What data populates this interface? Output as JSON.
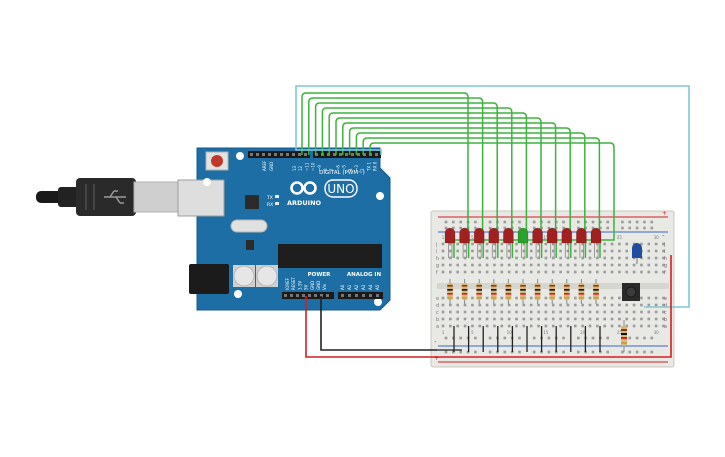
{
  "board": {
    "logo_text": "UNO",
    "brand_text": "ARDUINO",
    "digital_header": "DIGITAL (PWM~)",
    "power_header": "POWER",
    "analog_header": "ANALOG IN",
    "tx_label": "TX",
    "rx_label": "RX",
    "aref_label": "AREF",
    "gnd_label": "GND",
    "digital_pins": [
      "13",
      "12",
      "~11",
      "~10",
      "~9",
      "8",
      "7",
      "~6",
      "~5",
      "4",
      "~3",
      "2",
      "TX 1",
      "RX 0"
    ],
    "power_pins": [
      "IOREF",
      "RESET",
      "3.3V",
      "5V",
      "GND",
      "GND",
      "Vin"
    ],
    "analog_pins": [
      "A0",
      "A1",
      "A2",
      "A3",
      "A4",
      "A5"
    ]
  },
  "breadboard": {
    "row_letters_top": [
      "j",
      "i",
      "h",
      "g",
      "f"
    ],
    "row_letters_bottom": [
      "e",
      "d",
      "c",
      "b",
      "a"
    ],
    "column_numbers": [
      "1",
      "5",
      "10",
      "15",
      "20",
      "25",
      "30"
    ],
    "plus_label": "+",
    "minus_label": "-"
  },
  "leds": {
    "count": 11,
    "colors": [
      "red",
      "red",
      "red",
      "red",
      "red",
      "green",
      "red",
      "red",
      "red",
      "red",
      "red"
    ]
  },
  "palette": {
    "board_blue": "#1c6ea4",
    "wire_green": "#3db33d",
    "wire_cyan": "#7fc8d2",
    "wire_red": "#d21f1f",
    "wire_black": "#222222",
    "led_red": "#a32020",
    "led_green": "#2aa12a",
    "led_blue": "#1f4e9c",
    "breadboard": "#e8e8e4"
  }
}
